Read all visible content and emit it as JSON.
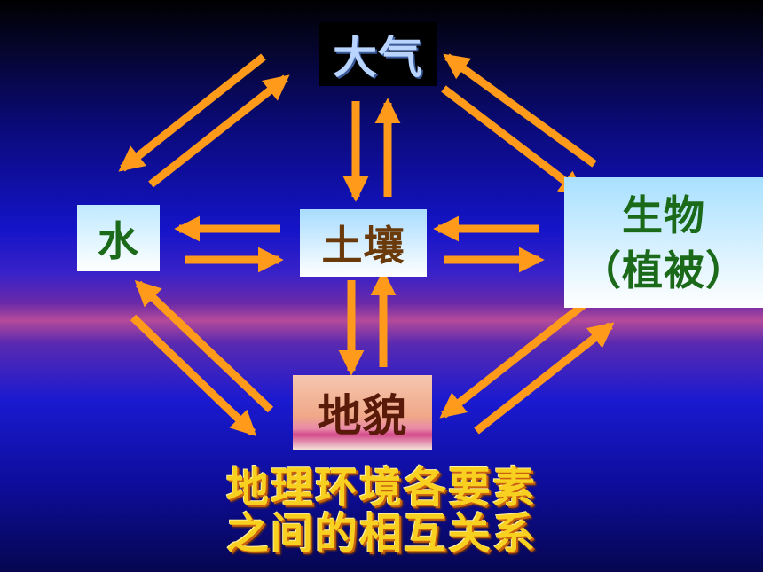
{
  "nodes": {
    "atmosphere": "大气",
    "water": "水",
    "soil": "土壤",
    "biology_line1": "生物",
    "biology_line2": "（植被）",
    "landform": "地貌"
  },
  "caption": {
    "line1": "地理环境各要素",
    "line2": "之间的相互关系"
  },
  "colors": {
    "arrow": "#ff9a1a",
    "caption_text": "#f8d020",
    "water_text": "#1a6a1a",
    "soil_text": "#6b3a0a",
    "atmosphere_text": "#b8d4ff"
  }
}
